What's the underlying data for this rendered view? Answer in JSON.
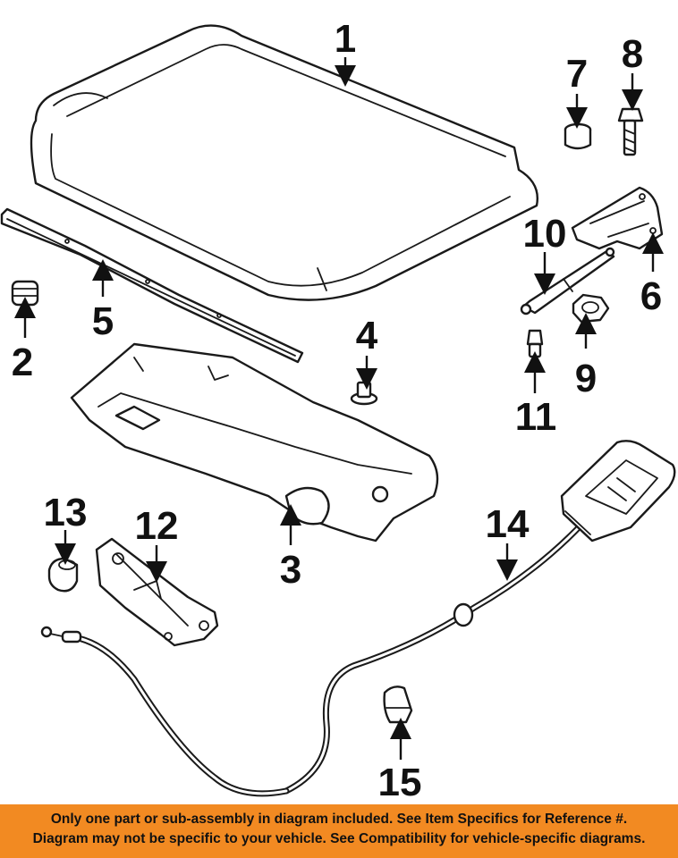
{
  "diagram": {
    "callouts": [
      "1",
      "2",
      "3",
      "4",
      "5",
      "6",
      "7",
      "8",
      "9",
      "10",
      "11",
      "12",
      "13",
      "14",
      "15"
    ]
  },
  "footer": {
    "line1": "Only one part or sub-assembly in diagram included. See Item Specifics for Reference #.",
    "line2": "Diagram may not be specific to your vehicle. See Compatibility for vehicle-specific diagrams.",
    "background_color": "#f28a22"
  }
}
